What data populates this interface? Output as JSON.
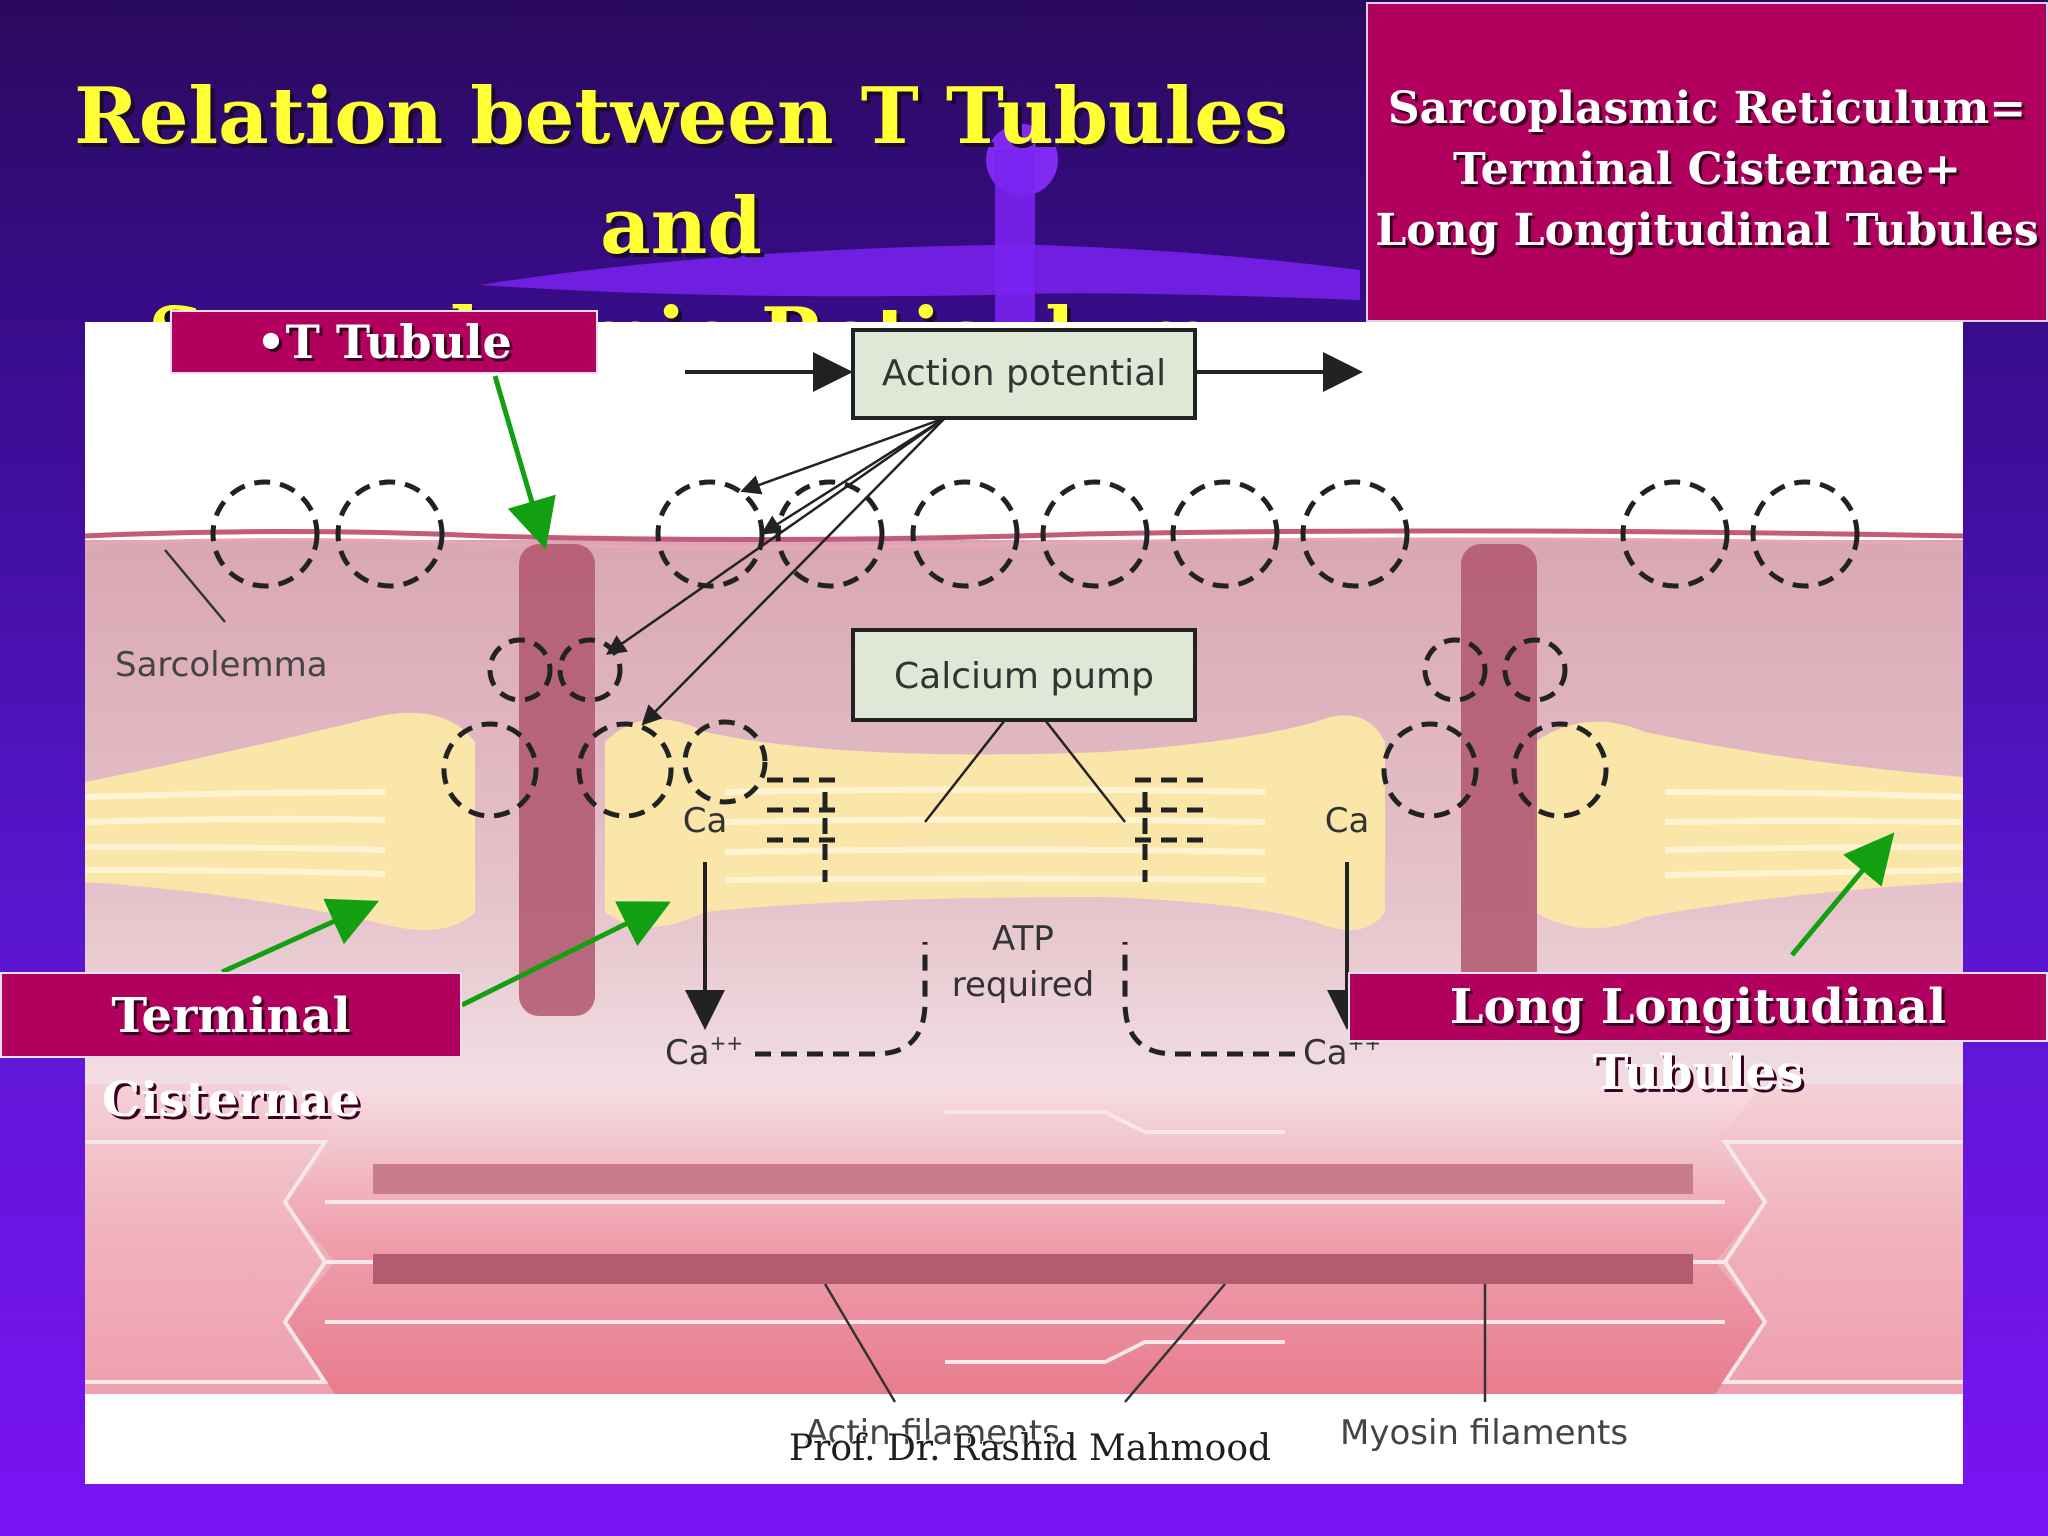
{
  "title": {
    "line1": "Relation between T Tubules and",
    "line2": "Sarcoplasmic Reticulum"
  },
  "definition": {
    "line1": "Sarcoplasmic Reticulum=",
    "line2": "Terminal Cisternae+",
    "line3": "Long Longitudinal Tubules"
  },
  "callouts": {
    "t_tubule": "•T Tubule",
    "terminal_cisternae": "Terminal Cisternae",
    "long_longitudinal": "Long Longitudinal Tubules"
  },
  "figure": {
    "action_potential": "Action potential",
    "calcium_pump": "Calcium pump",
    "sarcolemma": "Sarcolemma",
    "ca_left": "Ca",
    "ca_right": "Ca",
    "ca_plus_left": "Ca",
    "ca_plus_right": "Ca",
    "ca_superscript": "++",
    "atp_line1": "ATP",
    "atp_line2": "required",
    "actin": "Actin filaments",
    "myosin": "Myosin filaments"
  },
  "colors": {
    "title": "#ffff33",
    "label_bg": "#b2005e",
    "arrow_green": "#12a012"
  },
  "footer": "Prof. Dr. Rashid Mahmood"
}
